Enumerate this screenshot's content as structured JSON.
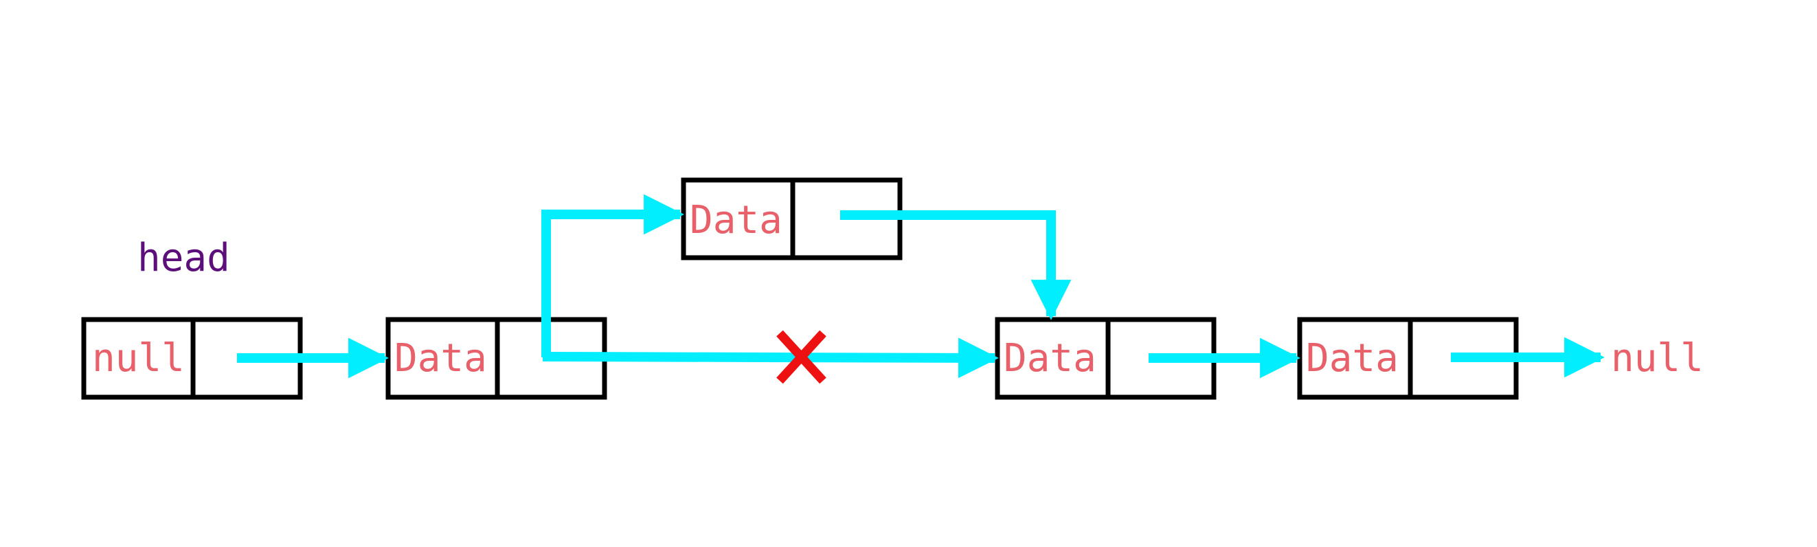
{
  "colors": {
    "arrow": "#00eeff",
    "node_border": "#000000",
    "node_text": "#e8606a",
    "head_text": "#5c0f7a",
    "cross": "#ee1111"
  },
  "head_label": "head",
  "null_terminal_label": "null",
  "nodes": [
    {
      "id": "sentinel",
      "label": "null"
    },
    {
      "id": "node-1",
      "label": "Data"
    },
    {
      "id": "inserted",
      "label": "Data"
    },
    {
      "id": "node-2",
      "label": "Data"
    },
    {
      "id": "node-3",
      "label": "Data"
    }
  ],
  "removed_link_marker": "cross-icon"
}
